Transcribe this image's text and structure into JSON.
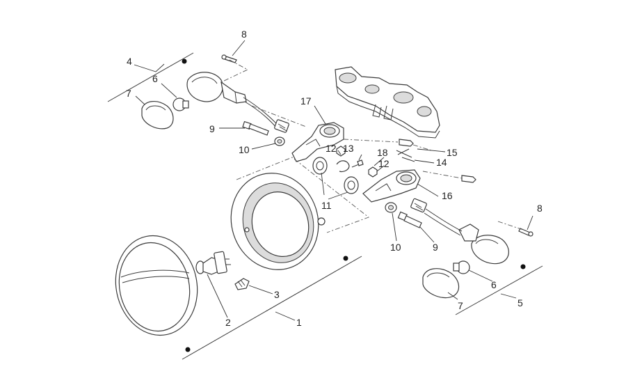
{
  "callouts": {
    "c1": "1",
    "c2": "2",
    "c3": "3",
    "c4": "4",
    "c5": "5",
    "c6_left": "6",
    "c6_right": "6",
    "c7_left": "7",
    "c7_right": "7",
    "c8_top": "8",
    "c8_right": "8",
    "c9_left": "9",
    "c9_right": "9",
    "c10_left": "10",
    "c10_right": "10",
    "c11": "11",
    "c12_a": "12",
    "c12_b": "12",
    "c13": "13",
    "c14": "14",
    "c15": "15",
    "c16": "16",
    "c17": "17",
    "c18": "18"
  },
  "colors": {
    "line": "#3a3a3a",
    "fill": "#ffffff",
    "shade": "#dcdcdc"
  }
}
